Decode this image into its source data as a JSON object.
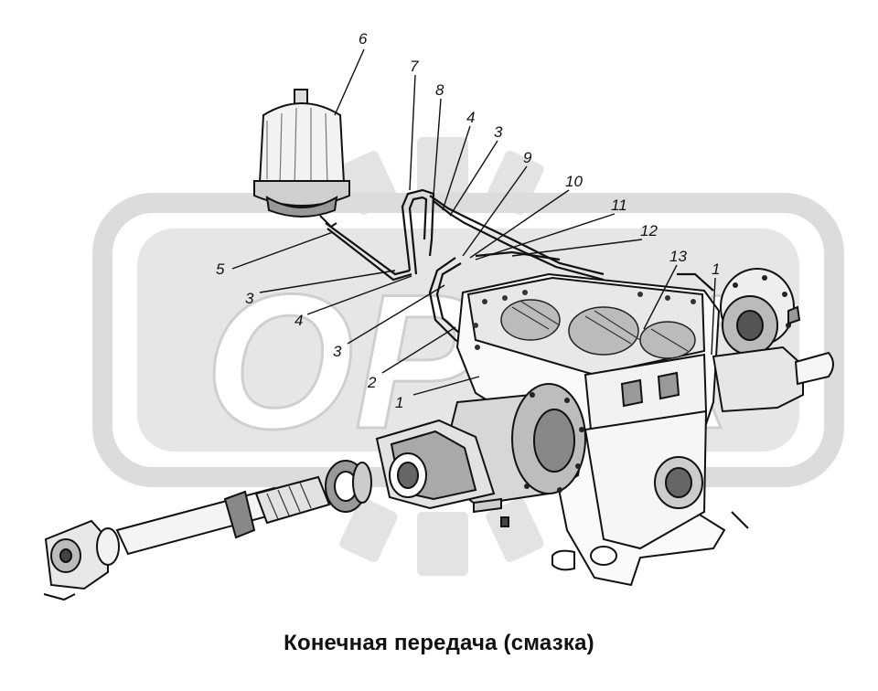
{
  "watermark": {
    "text": "ОРДК",
    "color": "#d9d9d9"
  },
  "caption": "Конечная передача (смазка)",
  "callouts": [
    {
      "id": "c6",
      "text": "6"
    },
    {
      "id": "c7",
      "text": "7"
    },
    {
      "id": "c8",
      "text": "8"
    },
    {
      "id": "c4a",
      "text": "4"
    },
    {
      "id": "c3a",
      "text": "3"
    },
    {
      "id": "c9",
      "text": "9"
    },
    {
      "id": "c10",
      "text": "10"
    },
    {
      "id": "c11",
      "text": "11"
    },
    {
      "id": "c12",
      "text": "12"
    },
    {
      "id": "c13",
      "text": "13"
    },
    {
      "id": "c1a",
      "text": "1"
    },
    {
      "id": "c5",
      "text": "5"
    },
    {
      "id": "c3b",
      "text": "3"
    },
    {
      "id": "c4b",
      "text": "4"
    },
    {
      "id": "c3c",
      "text": "3"
    },
    {
      "id": "c2",
      "text": "2"
    },
    {
      "id": "c1b",
      "text": "1"
    }
  ],
  "colors": {
    "ink": "#111111",
    "paper": "#ffffff",
    "watermark": "#d9d9d9"
  }
}
